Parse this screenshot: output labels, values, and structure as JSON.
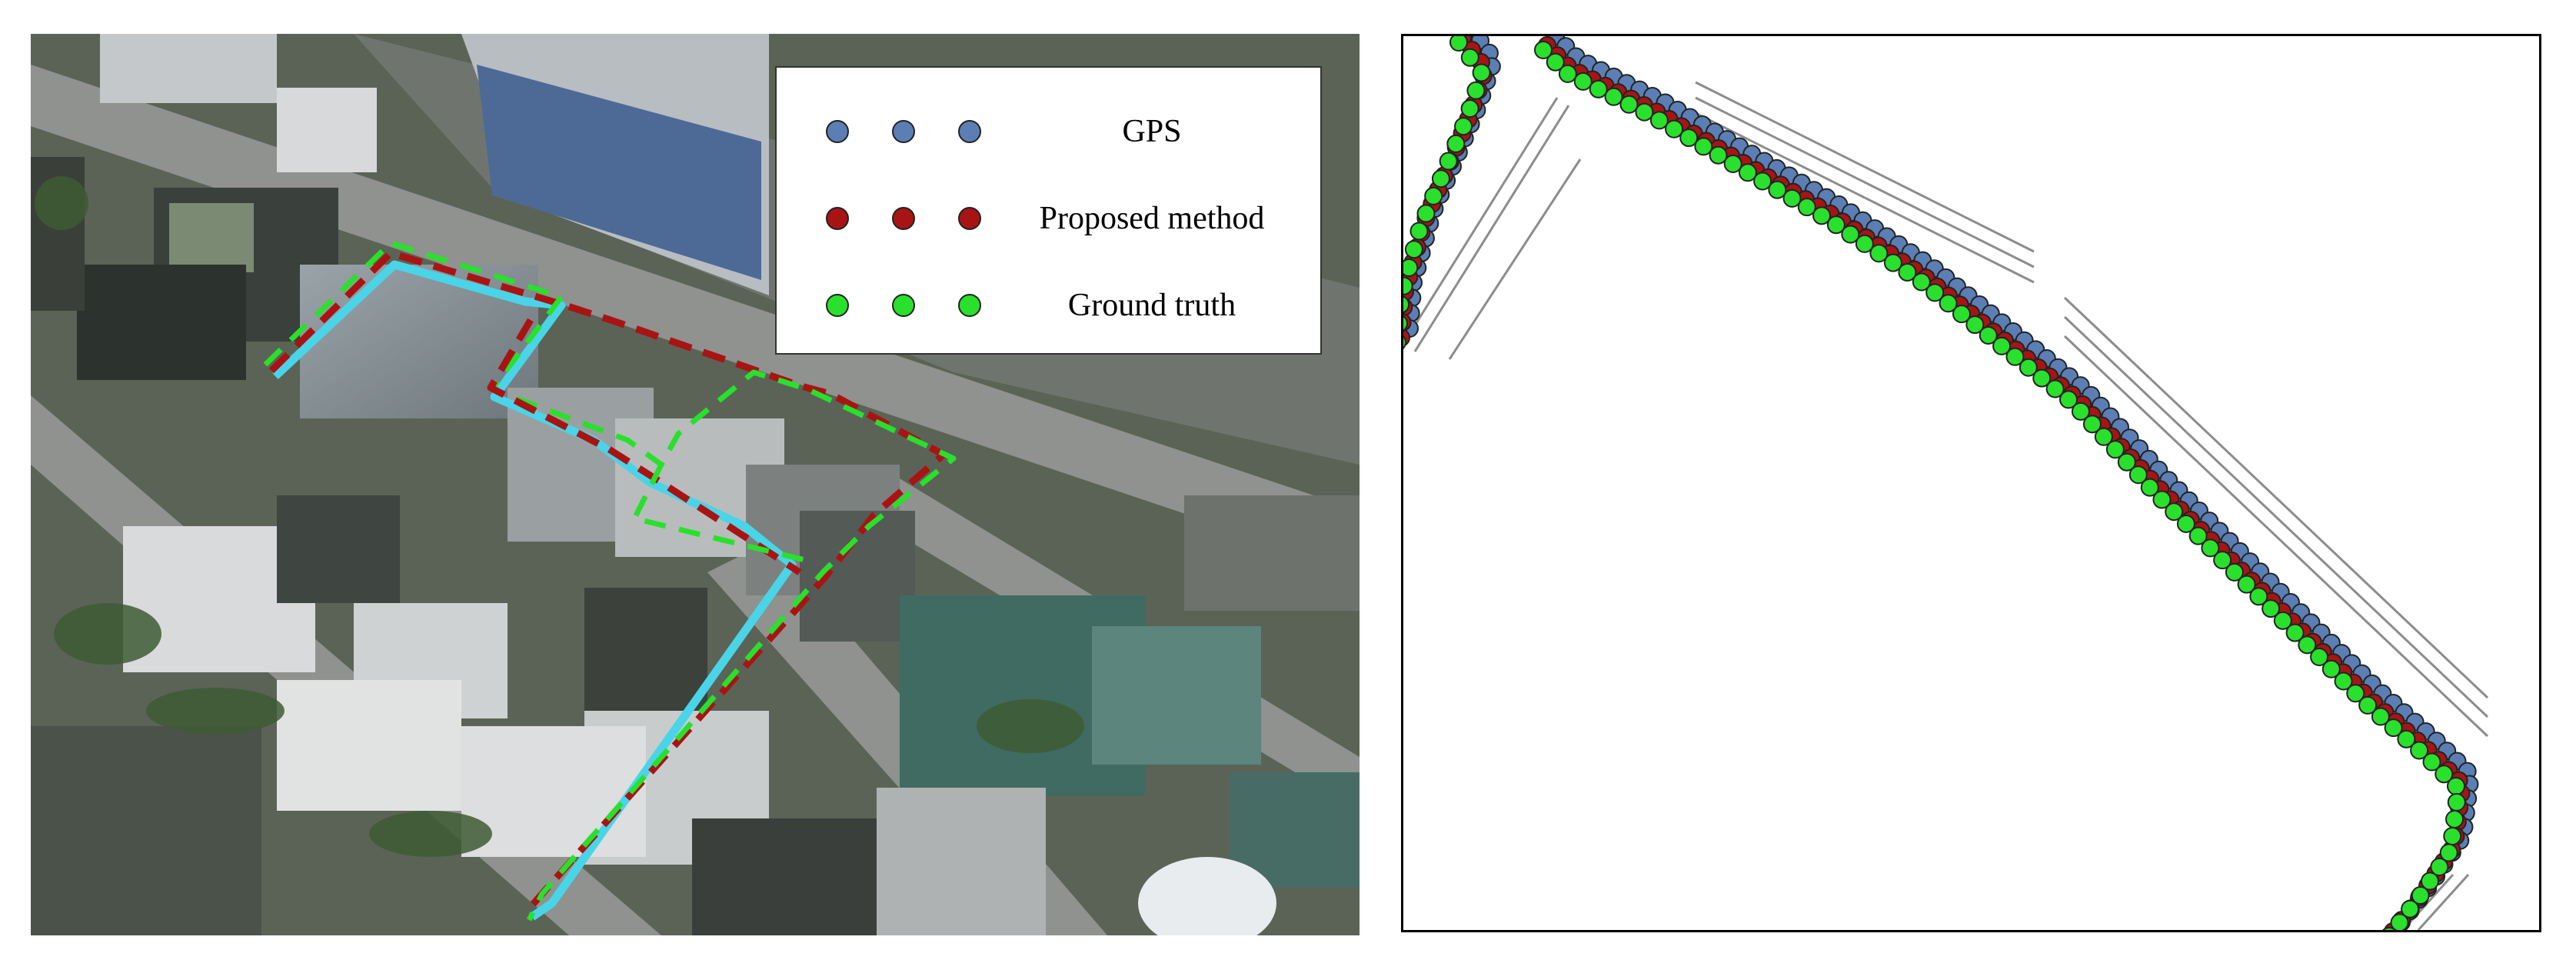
{
  "legend": {
    "items": [
      {
        "label": "GPS",
        "color": "#5b7fb4"
      },
      {
        "label": "Proposed method",
        "color": "#a81414"
      },
      {
        "label": "Ground truth",
        "color": "#29e02c"
      }
    ]
  },
  "colors": {
    "gps": "#5b7fb4",
    "proposed": "#a81414",
    "truth": "#29e02c",
    "route_cyan": "#4ad4e8",
    "road_line": "#8c8c8c"
  },
  "panels": {
    "left": "satellite-map-with-route",
    "right": "trajectory-zoom-detail"
  }
}
